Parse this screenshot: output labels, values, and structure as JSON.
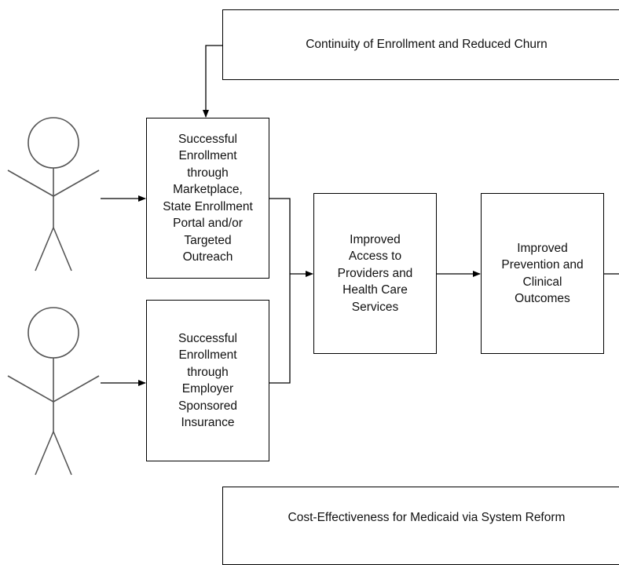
{
  "diagram": {
    "boxes": {
      "continuity": "Continuity of Enrollment and Reduced Churn",
      "marketplace": "Successful\nEnrollment\nthrough\nMarketplace,\nState Enrollment\nPortal and/or\nTargeted\nOutreach",
      "employer": "Successful\nEnrollment\nthrough\nEmployer\nSponsored\nInsurance",
      "access": "Improved\nAccess to\nProviders and\nHealth Care\nServices",
      "prevention": "Improved\nPrevention and\nClinical\nOutcomes",
      "cost": "Cost-Effectiveness for Medicaid via System Reform"
    },
    "colors": {
      "stroke": "#000000",
      "figure": "#555555",
      "text": "#111111"
    }
  }
}
